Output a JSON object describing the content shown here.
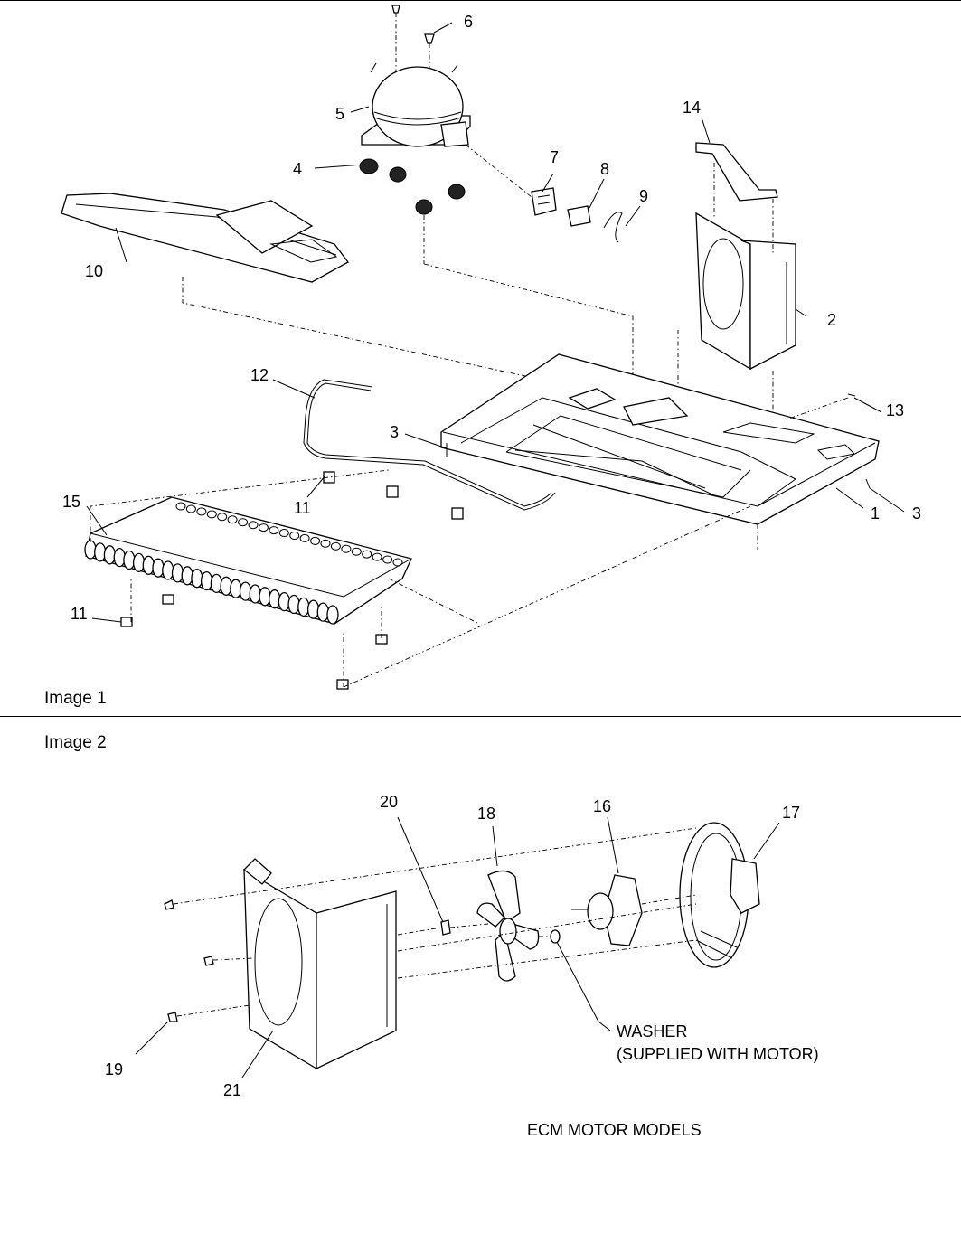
{
  "image1": {
    "label": "Image 1"
  },
  "image2": {
    "label": "Image 2",
    "caption": "ECM MOTOR MODELS"
  },
  "washer": {
    "line1": "WASHER",
    "line2": "(SUPPLIED WITH MOTOR)"
  },
  "callouts": {
    "c1": "1",
    "c2": "2",
    "c3a": "3",
    "c3b": "3",
    "c4": "4",
    "c5": "5",
    "c6": "6",
    "c7": "7",
    "c8": "8",
    "c9": "9",
    "c10": "10",
    "c11a": "11",
    "c11b": "11",
    "c12": "12",
    "c13": "13",
    "c14": "14",
    "c15": "15",
    "c16": "16",
    "c17": "17",
    "c18": "18",
    "c19": "19",
    "c20": "20",
    "c21": "21"
  }
}
